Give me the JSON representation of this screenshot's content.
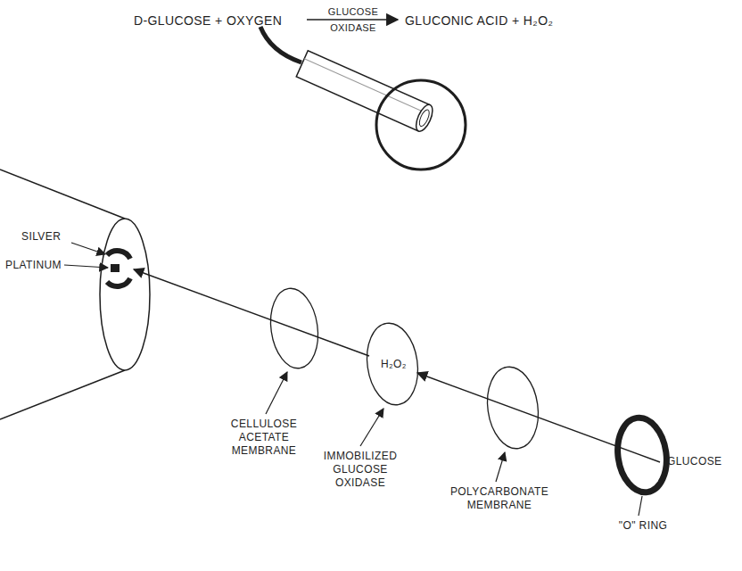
{
  "diagram": {
    "labels": [
      "D-GLUCOSE + OXYGEN",
      "GLUCOSE OXIDASE",
      "GLUCONIC ACID + H₂O₂",
      "SILVER",
      "PLATINUM",
      "CELLULOSE ACETATE MEMBRANE",
      "H₂O₂",
      "IMMOBILIZED GLUCOSE OXIDASE",
      "POLYCARBONATE MEMBRANE",
      "GLUCOSE",
      "\"O\" RING"
    ]
  }
}
